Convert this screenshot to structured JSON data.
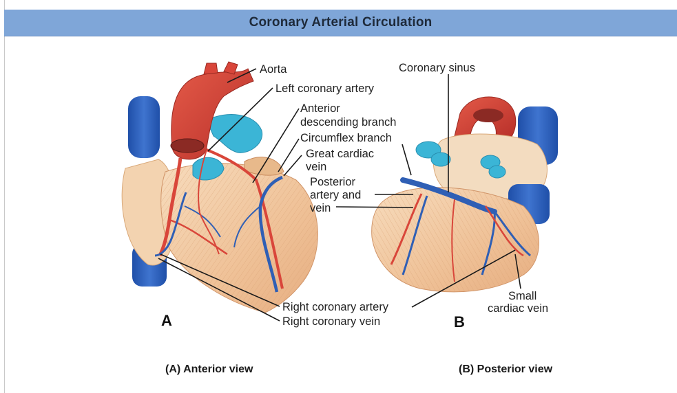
{
  "title": "Coronary Arterial Circulation",
  "panels": {
    "anterior": {
      "letter": "A",
      "caption": "(A) Anterior view"
    },
    "posterior": {
      "letter": "B",
      "caption": "(B) Posterior view"
    }
  },
  "labels": {
    "aorta": "Aorta",
    "left_coronary_artery": "Left coronary artery",
    "anterior_descending_1": "Anterior",
    "anterior_descending_2": "descending branch",
    "circumflex_branch": "Circumflex branch",
    "great_cardiac_vein_1": "Great cardiac",
    "great_cardiac_vein_2": "vein",
    "posterior_1": "Posterior",
    "posterior_2": "artery and",
    "posterior_3": "vein",
    "coronary_sinus": "Coronary sinus",
    "small_cardiac_vein_1": "Small",
    "small_cardiac_vein_2": "cardiac vein",
    "right_coronary_artery": "Right coronary artery",
    "right_coronary_vein": "Right coronary vein"
  },
  "colors": {
    "header": "#7fa6d8",
    "artery": "#d9463a",
    "vein": "#2f5fb5",
    "myocardium": "#f2c9a0",
    "pulmonary": "#3bb5d6"
  }
}
